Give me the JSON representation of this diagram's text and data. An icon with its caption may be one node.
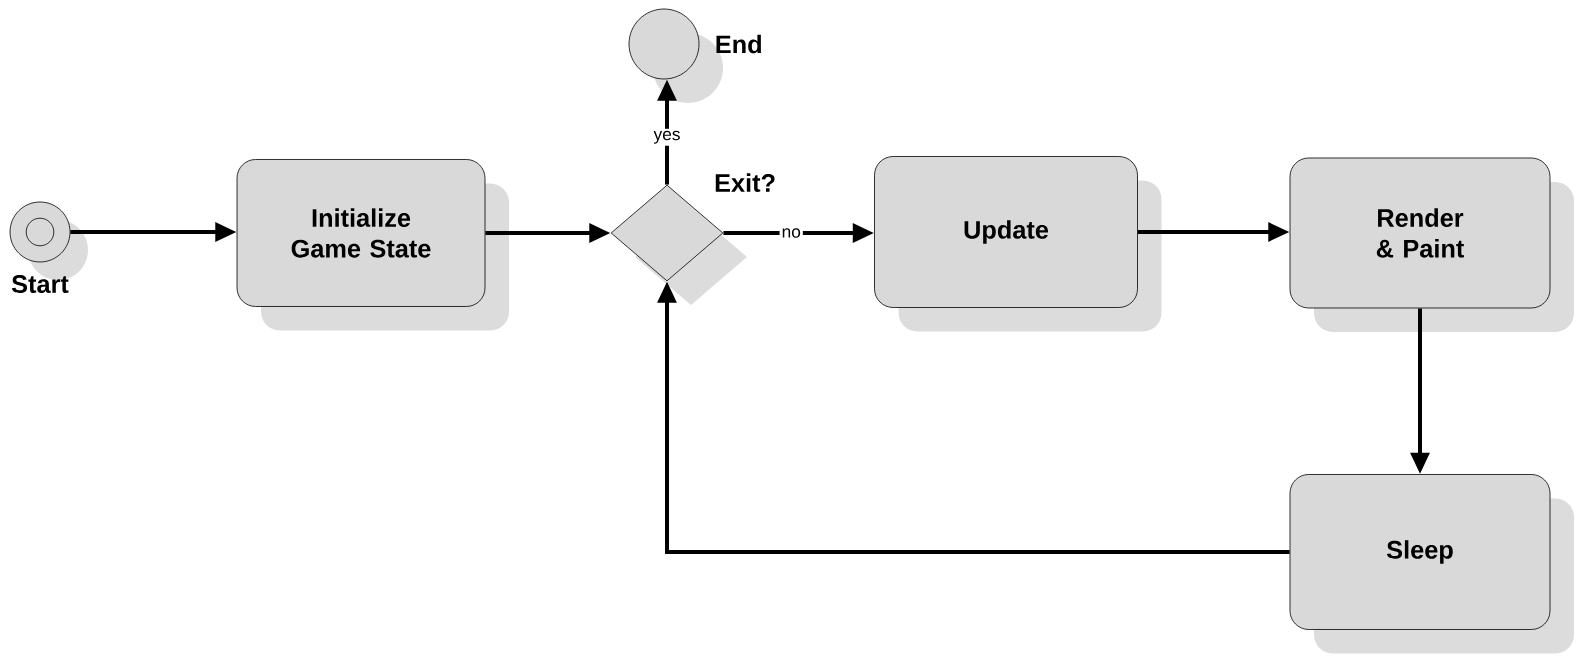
{
  "diagram": {
    "nodes": [
      {
        "text": [
          "Start"
        ]
      },
      {
        "text": [
          "Initialize Game State"
        ]
      },
      {
        "text": [
          "Exit?"
        ]
      },
      {
        "text": [
          "End"
        ]
      },
      {
        "text": [
          "Update"
        ]
      },
      {
        "text": [
          "Render & Paint"
        ]
      },
      {
        "text": [
          "Sleep"
        ]
      }
    ],
    "edges": [
      {
        "from": 0,
        "to": 1,
        "arrow": "to"
      },
      {
        "from": 1,
        "to": 2,
        "arrow": "to"
      },
      {
        "from": 2,
        "to": 3,
        "arrow": "to",
        "label": "yes"
      },
      {
        "from": 2,
        "to": 4,
        "arrow": "to",
        "label": "no"
      },
      {
        "from": 4,
        "to": 5,
        "arrow": "to"
      },
      {
        "from": 5,
        "to": 6,
        "arrow": "to"
      },
      {
        "from": 6,
        "to": 2,
        "arrow": "to"
      }
    ]
  }
}
